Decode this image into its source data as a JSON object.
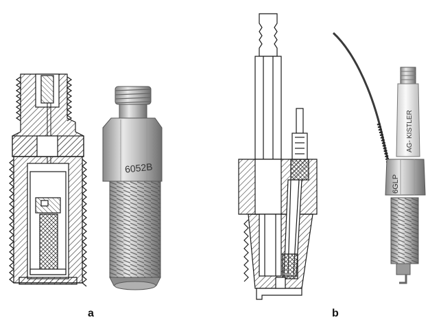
{
  "panels": {
    "a": {
      "label": "a",
      "engraving": "6052B"
    },
    "b": {
      "label": "b",
      "engraving_brand": "KISTLER",
      "engraving_brand_prefix": "AG-",
      "engraving_model": "6GLP"
    }
  },
  "colors": {
    "ink": "#1a1a1a",
    "hatch": "#333333",
    "metal_light": "#d9d9d9",
    "metal_dark": "#7a7a7a",
    "ceramic": "#f2f2f2"
  }
}
